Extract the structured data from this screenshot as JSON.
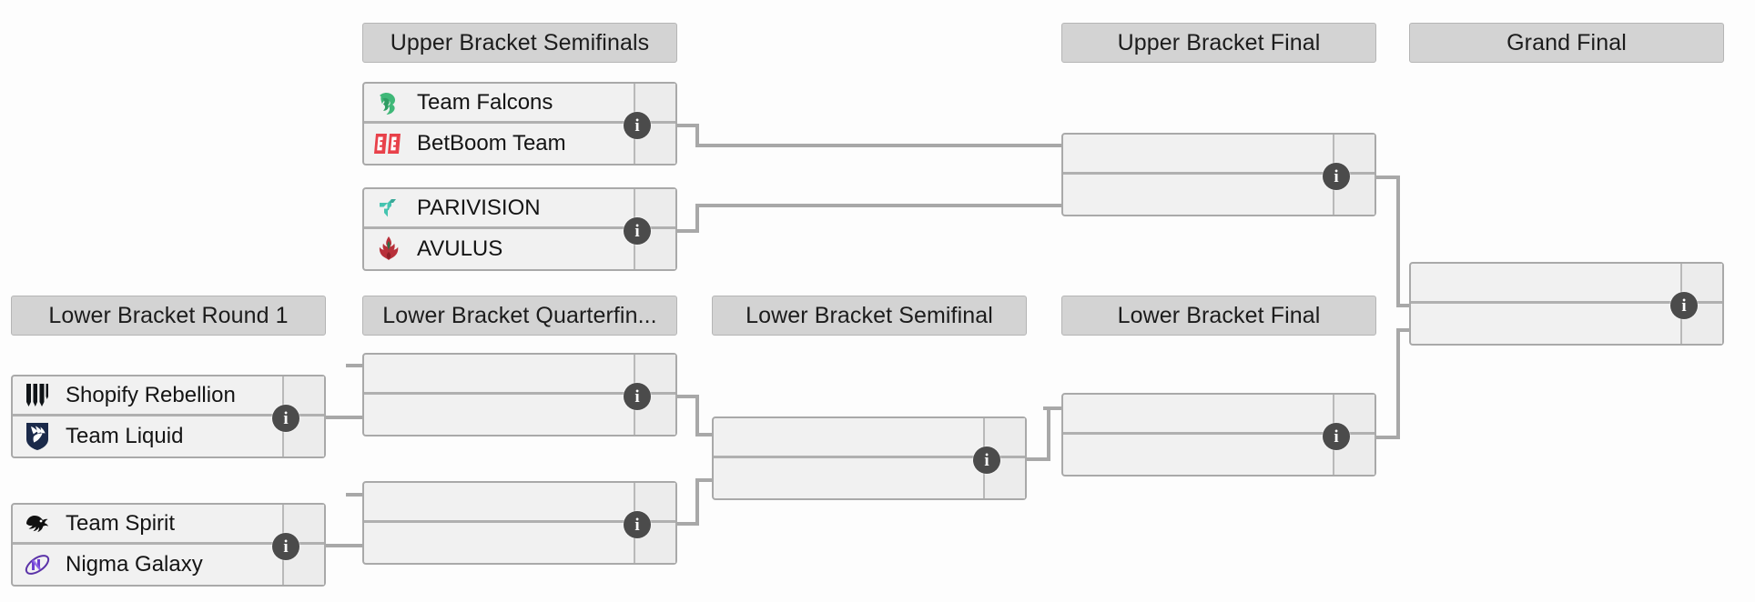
{
  "page": {
    "title": "Double Elimination Tournament Bracket",
    "background": "#fdfdfd",
    "line_color": "#a8a8a8",
    "header_bg": "#d3d3d3",
    "match_bg": "#f1f1f1",
    "score_bg": "#ececec",
    "info_badge_color": "#4b4b4b"
  },
  "rounds": {
    "upper_semifinals": {
      "label": "Upper Bracket Semifinals"
    },
    "upper_final": {
      "label": "Upper Bracket Final"
    },
    "grand_final": {
      "label": "Grand Final"
    },
    "lower_round1": {
      "label": "Lower Bracket Round 1"
    },
    "lower_quarterfinals": {
      "label": "Lower Bracket Quarterfin..."
    },
    "lower_semifinal": {
      "label": "Lower Bracket Semifinal"
    },
    "lower_final": {
      "label": "Lower Bracket Final"
    }
  },
  "matches": {
    "ubsf1": {
      "top": {
        "name": "Team Falcons",
        "logo": "falcons-logo",
        "score": ""
      },
      "bottom": {
        "name": "BetBoom Team",
        "logo": "betboom-logo",
        "score": ""
      },
      "info": "i"
    },
    "ubsf2": {
      "top": {
        "name": "PARIVISION",
        "logo": "parivision-logo",
        "score": ""
      },
      "bottom": {
        "name": "AVULUS",
        "logo": "avulus-logo",
        "score": ""
      },
      "info": "i"
    },
    "ubf": {
      "top": {
        "name": "",
        "logo": "",
        "score": ""
      },
      "bottom": {
        "name": "",
        "logo": "",
        "score": ""
      },
      "info": "i"
    },
    "gf": {
      "top": {
        "name": "",
        "logo": "",
        "score": ""
      },
      "bottom": {
        "name": "",
        "logo": "",
        "score": ""
      },
      "info": "i"
    },
    "lbr1a": {
      "top": {
        "name": "Shopify Rebellion",
        "logo": "shopify-rebellion-logo",
        "score": ""
      },
      "bottom": {
        "name": "Team Liquid",
        "logo": "team-liquid-logo",
        "score": ""
      },
      "info": "i"
    },
    "lbr1b": {
      "top": {
        "name": "Team Spirit",
        "logo": "team-spirit-logo",
        "score": ""
      },
      "bottom": {
        "name": "Nigma Galaxy",
        "logo": "nigma-galaxy-logo",
        "score": ""
      },
      "info": "i"
    },
    "lbqf1": {
      "top": {
        "name": "",
        "logo": "",
        "score": ""
      },
      "bottom": {
        "name": "",
        "logo": "",
        "score": ""
      },
      "info": "i"
    },
    "lbqf2": {
      "top": {
        "name": "",
        "logo": "",
        "score": ""
      },
      "bottom": {
        "name": "",
        "logo": "",
        "score": ""
      },
      "info": "i"
    },
    "lbsf": {
      "top": {
        "name": "",
        "logo": "",
        "score": ""
      },
      "bottom": {
        "name": "",
        "logo": "",
        "score": ""
      },
      "info": "i"
    },
    "lbf": {
      "top": {
        "name": "",
        "logo": "",
        "score": ""
      },
      "bottom": {
        "name": "",
        "logo": "",
        "score": ""
      },
      "info": "i"
    }
  },
  "team_colors": {
    "falcons": "#3fb878",
    "betboom": "#e8414a",
    "parivision": "#45c4b0",
    "avulus": "#b8303a",
    "shopify_rebellion": "#101418",
    "team_liquid": "#1b2a4a",
    "team_spirit": "#111111",
    "nigma_galaxy": "#5b33a8"
  }
}
